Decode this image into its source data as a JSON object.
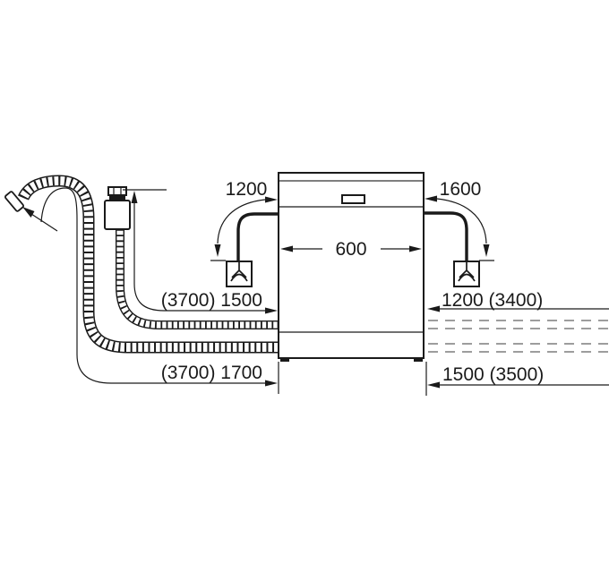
{
  "diagram": {
    "type": "appliance-installation-drawing",
    "subject": "built-under dishwasher hose and power cord reach dimensions",
    "unit": "mm",
    "colors": {
      "line": "#1a1a1a",
      "secondary_line": "#555555",
      "dashed_continuation": "#7d7d7d",
      "background": "#ffffff"
    },
    "labels": {
      "power_cord_left": "1200",
      "power_cord_right": "1600",
      "appliance_width": "600",
      "supply_hose_left": "(3700) 1500",
      "hose_right_top": "1200 (3400)",
      "drain_hose_left": "(3700) 1700",
      "hose_right_bottom": "1500 (3500)"
    },
    "icons": {
      "plug_left": "power-plug-icon",
      "plug_right": "power-plug-icon",
      "tap_valve": "water-tap-valve-icon",
      "drain_hose_end": "drain-hose-end-icon",
      "arrows": "dimension-arrow-icon"
    }
  }
}
